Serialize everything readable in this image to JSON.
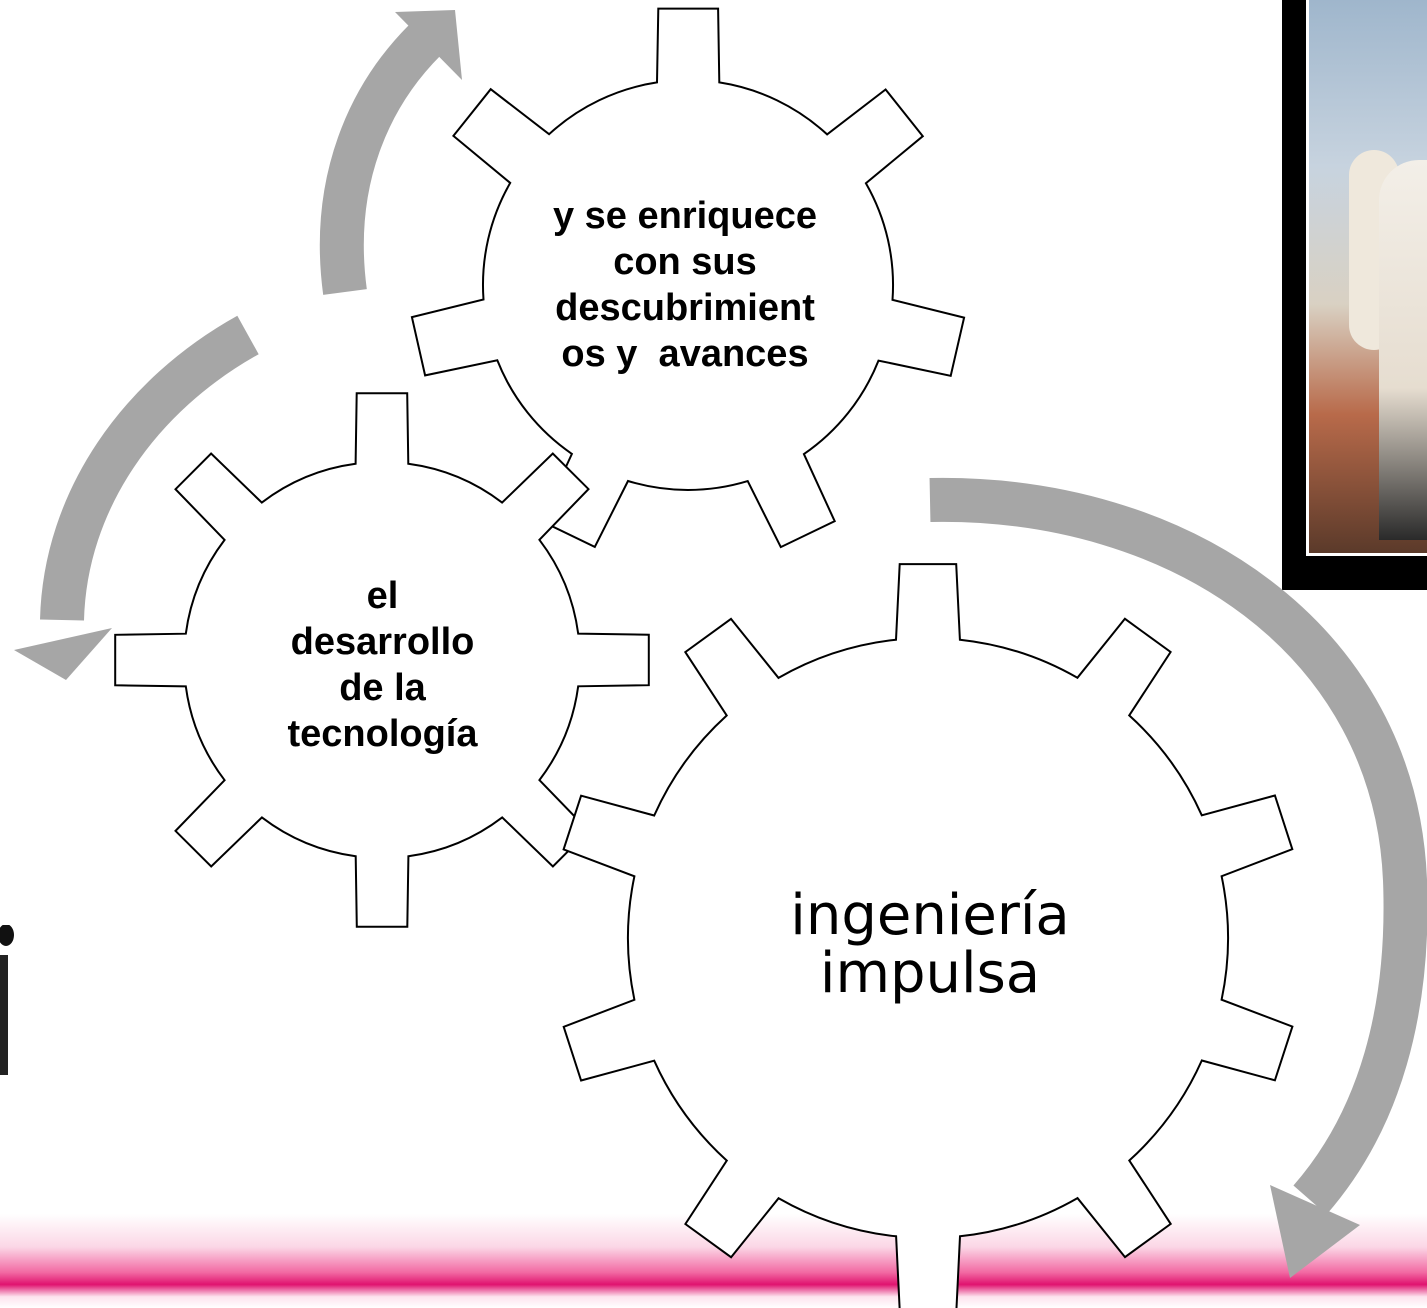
{
  "gears": {
    "top": {
      "lines": [
        "y se enriquece",
        "con sus",
        "descubrimient",
        "os y  avances"
      ]
    },
    "left": {
      "lines": [
        "el",
        "desarrollo",
        "de la",
        "tecnología"
      ]
    },
    "big": {
      "lines": [
        "ingeniería",
        "impulsa"
      ]
    }
  },
  "colors": {
    "arrow": "#a6a6a6",
    "gear_fill": "#ffffff",
    "gear_stroke": "#000000",
    "accent_band": "#e0136f"
  }
}
